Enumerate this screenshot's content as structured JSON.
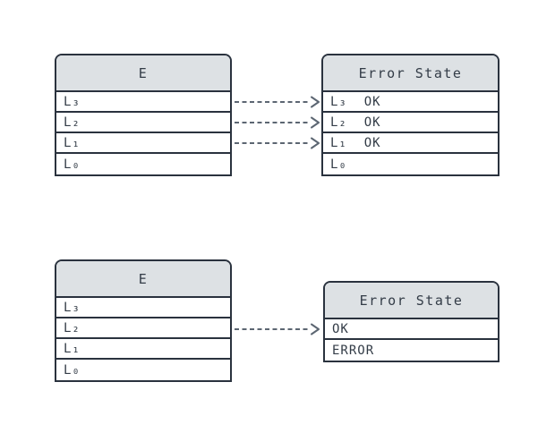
{
  "colors": {
    "background": "#ffffff",
    "border": "#2a323e",
    "header_fill": "#dde1e4",
    "text": "#333c47",
    "arrow": "#5c6672",
    "row_fill": "#ffffff"
  },
  "top_diagram": {
    "source_table": {
      "title": "E",
      "rows": [
        "L₃",
        "L₂",
        "L₁",
        "L₀"
      ]
    },
    "target_table": {
      "title": "Error State",
      "rows": [
        "L₃  OK",
        "L₂  OK",
        "L₁  OK",
        "L₀"
      ]
    },
    "arrow_count": 3
  },
  "bottom_diagram": {
    "source_table": {
      "title": "E",
      "rows": [
        "L₃",
        "L₂",
        "L₁",
        "L₀"
      ]
    },
    "target_table": {
      "title": "Error State",
      "rows": [
        "OK",
        "ERROR"
      ]
    },
    "arrow_count": 1
  }
}
